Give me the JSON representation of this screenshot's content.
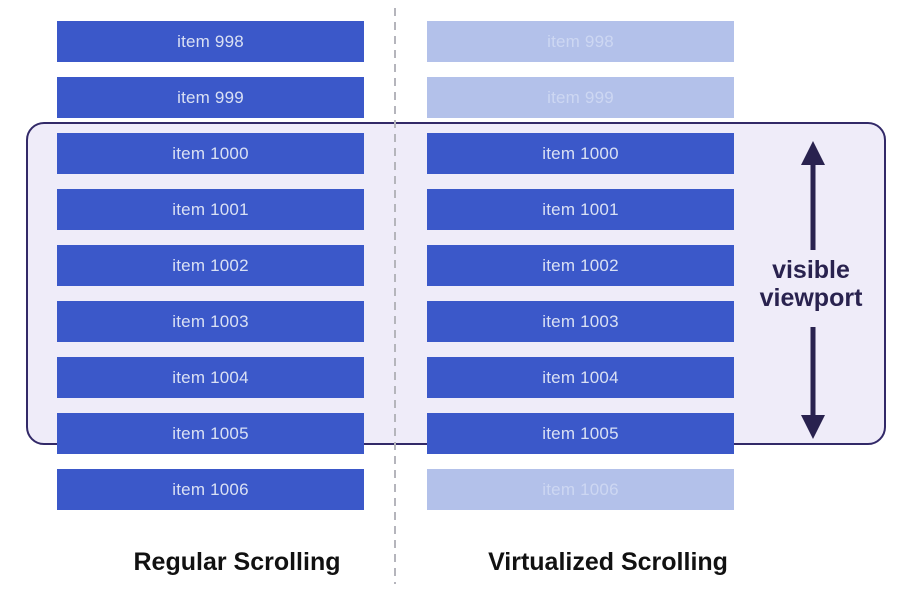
{
  "diagram": {
    "left_panel": {
      "caption": "Regular Scrolling",
      "items": [
        {
          "label": "item 998",
          "state": "rendered"
        },
        {
          "label": "item 999",
          "state": "rendered"
        },
        {
          "label": "item 1000",
          "state": "rendered"
        },
        {
          "label": "item 1001",
          "state": "rendered"
        },
        {
          "label": "item 1002",
          "state": "rendered"
        },
        {
          "label": "item 1003",
          "state": "rendered"
        },
        {
          "label": "item 1004",
          "state": "rendered"
        },
        {
          "label": "item 1005",
          "state": "rendered"
        },
        {
          "label": "item 1006",
          "state": "rendered"
        }
      ]
    },
    "right_panel": {
      "caption": "Virtualized Scrolling",
      "items": [
        {
          "label": "item 998",
          "state": "faded"
        },
        {
          "label": "item 999",
          "state": "faded"
        },
        {
          "label": "item 1000",
          "state": "rendered"
        },
        {
          "label": "item 1001",
          "state": "rendered"
        },
        {
          "label": "item 1002",
          "state": "rendered"
        },
        {
          "label": "item 1003",
          "state": "rendered"
        },
        {
          "label": "item 1004",
          "state": "rendered"
        },
        {
          "label": "item 1005",
          "state": "rendered"
        },
        {
          "label": "item 1006",
          "state": "faded"
        }
      ]
    },
    "viewport": {
      "label": "visible viewport"
    },
    "colors": {
      "background": "#ffffff",
      "bar_rendered": "#3b58c9",
      "bar_rendered_text": "#d9e0f4",
      "bar_faded": "#b3c1ea",
      "bar_faded_text": "#cdd7f2",
      "viewport_fill": "#efecf9",
      "viewport_border": "#322968",
      "arrow": "#29224f",
      "divider": "#b5b5bc",
      "caption_text": "#111111"
    }
  }
}
